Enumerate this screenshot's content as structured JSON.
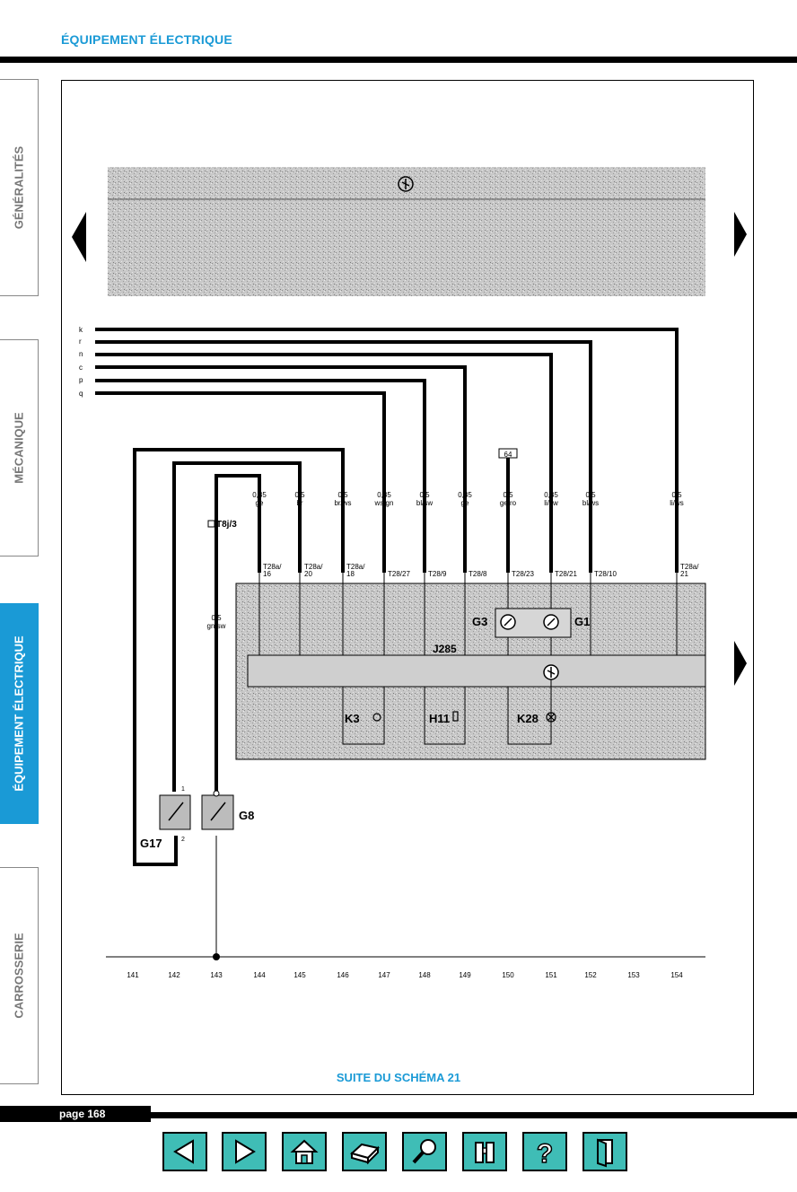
{
  "header": {
    "title": "ÉQUIPEMENT ÉLECTRIQUE"
  },
  "sidebar": {
    "tabs": [
      {
        "label": "GÉNÉRALITÉS"
      },
      {
        "label": "MÉCANIQUE"
      },
      {
        "label": "ÉQUIPEMENT ÉLECTRIQUE",
        "active": true
      },
      {
        "label": "CARROSSERIE"
      }
    ]
  },
  "diagram": {
    "bus_letters": [
      "k",
      "r",
      "n",
      "c",
      "p",
      "q"
    ],
    "connector_t8": "T8j/3",
    "ref_box": "64",
    "wires": [
      {
        "gauge": "0,35",
        "color": "ge",
        "terminal": "T28a/",
        "pin": "16"
      },
      {
        "gauge": "0,5",
        "color": "br",
        "terminal": "T28a/",
        "pin": "20"
      },
      {
        "gauge": "0,5",
        "color": "br/ws",
        "terminal": "T28a/",
        "pin": "18"
      },
      {
        "gauge": "0,35",
        "color": "ws/gn",
        "terminal": "T28/27"
      },
      {
        "gauge": "0,5",
        "color": "bl/sw",
        "terminal": "T28/9"
      },
      {
        "gauge": "0,35",
        "color": "ge",
        "terminal": "T28/8"
      },
      {
        "gauge": "0,5",
        "color": "ge/ro",
        "terminal": "T28/23"
      },
      {
        "gauge": "0,35",
        "color": "li/sw",
        "terminal": "T28/21"
      },
      {
        "gauge": "0,5",
        "color": "bl/ws",
        "terminal": "T28/10"
      },
      {
        "gauge": "0,5",
        "color": "li/ws",
        "terminal": "T28a/",
        "pin": "21"
      }
    ],
    "left_wire": {
      "gauge": "0,5",
      "color": "gn/sw"
    },
    "components": {
      "j": "J285",
      "g3": "G3",
      "g1": "G1",
      "k3": "K3",
      "h11": "H11",
      "k28": "K28",
      "g17": "G17",
      "g8": "G8"
    },
    "sensor_pins": [
      "1",
      "2"
    ],
    "track_numbers": [
      "141",
      "142",
      "143",
      "144",
      "145",
      "146",
      "147",
      "148",
      "149",
      "150",
      "151",
      "152",
      "153",
      "154"
    ]
  },
  "footer": {
    "caption": "SUITE DU SCHÉMA 21",
    "page": "page 168"
  },
  "toolbar": {
    "buttons": [
      {
        "icon": "previous-page-icon"
      },
      {
        "icon": "next-page-icon"
      },
      {
        "icon": "home-icon"
      },
      {
        "icon": "print-icon"
      },
      {
        "icon": "search-icon"
      },
      {
        "icon": "binoculars-icon"
      },
      {
        "icon": "help-icon"
      },
      {
        "icon": "exit-icon"
      }
    ]
  },
  "colors": {
    "accent": "#1a9ad6",
    "button": "#3fbdb6"
  }
}
